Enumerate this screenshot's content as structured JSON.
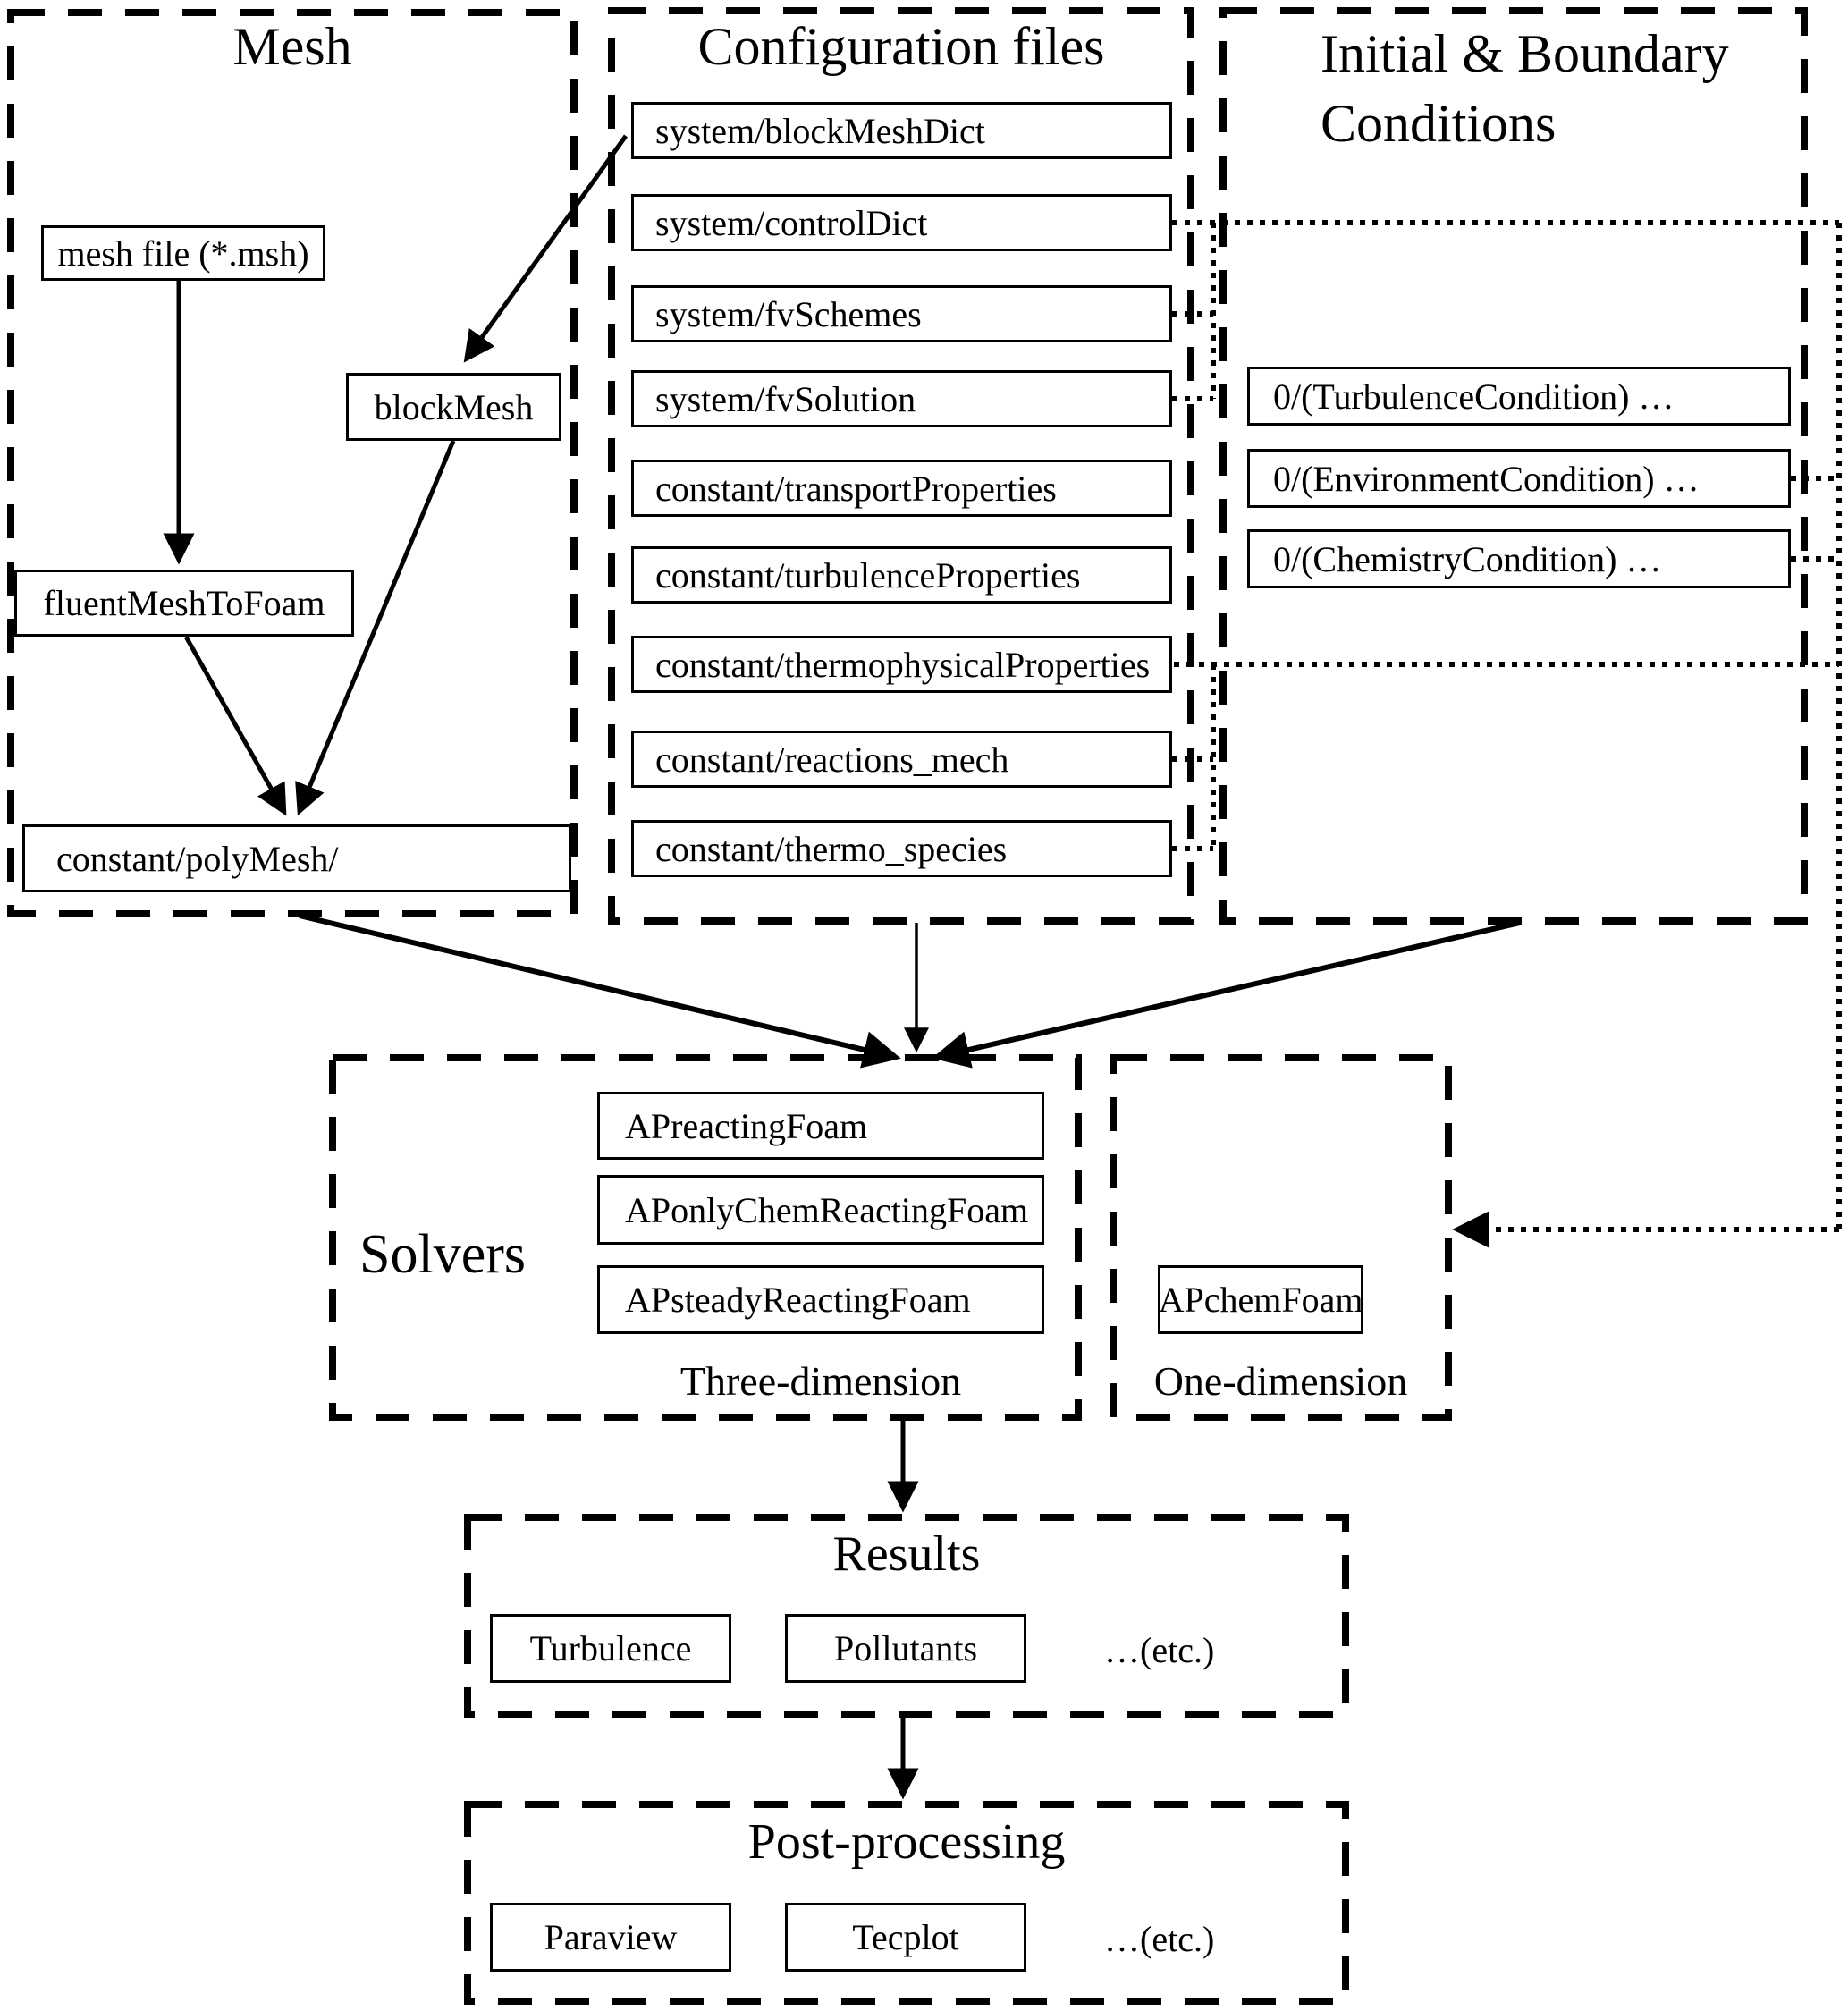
{
  "page": {
    "background": "#ffffff",
    "ink": "#000000"
  },
  "sections": {
    "mesh": {
      "title": "Mesh",
      "nodes": {
        "mesh_file": "mesh file (*.msh)",
        "block_mesh": "blockMesh",
        "fluent_mesh_to_foam": "fluentMeshToFoam",
        "poly_mesh": "constant/polyMesh/"
      }
    },
    "configuration": {
      "title": "Configuration files",
      "files": [
        "system/blockMeshDict",
        "system/controlDict",
        "system/fvSchemes",
        "system/fvSolution",
        "constant/transportProperties",
        "constant/turbulenceProperties",
        "constant/thermophysicalProperties",
        "constant/reactions_mech",
        "constant/thermo_species"
      ]
    },
    "initial_boundary": {
      "title_line1": "Initial & Boundary",
      "title_line2": "Conditions",
      "conditions": [
        "0/(TurbulenceCondition) …",
        "0/(EnvironmentCondition) …",
        "0/(ChemistryCondition) …"
      ]
    },
    "solvers": {
      "title": "Solvers",
      "three_dimension": {
        "caption": "Three-dimension",
        "solvers": [
          "APreactingFoam",
          "APonlyChemReactingFoam",
          "APsteadyReactingFoam"
        ]
      },
      "one_dimension": {
        "caption": "One-dimension",
        "solvers": [
          "APchemFoam"
        ]
      }
    },
    "results": {
      "title": "Results",
      "items": [
        "Turbulence",
        "Pollutants"
      ],
      "more": "…(etc.)"
    },
    "post_processing": {
      "title": "Post-processing",
      "items": [
        "Paraview",
        "Tecplot"
      ],
      "more": "…(etc.)"
    }
  }
}
